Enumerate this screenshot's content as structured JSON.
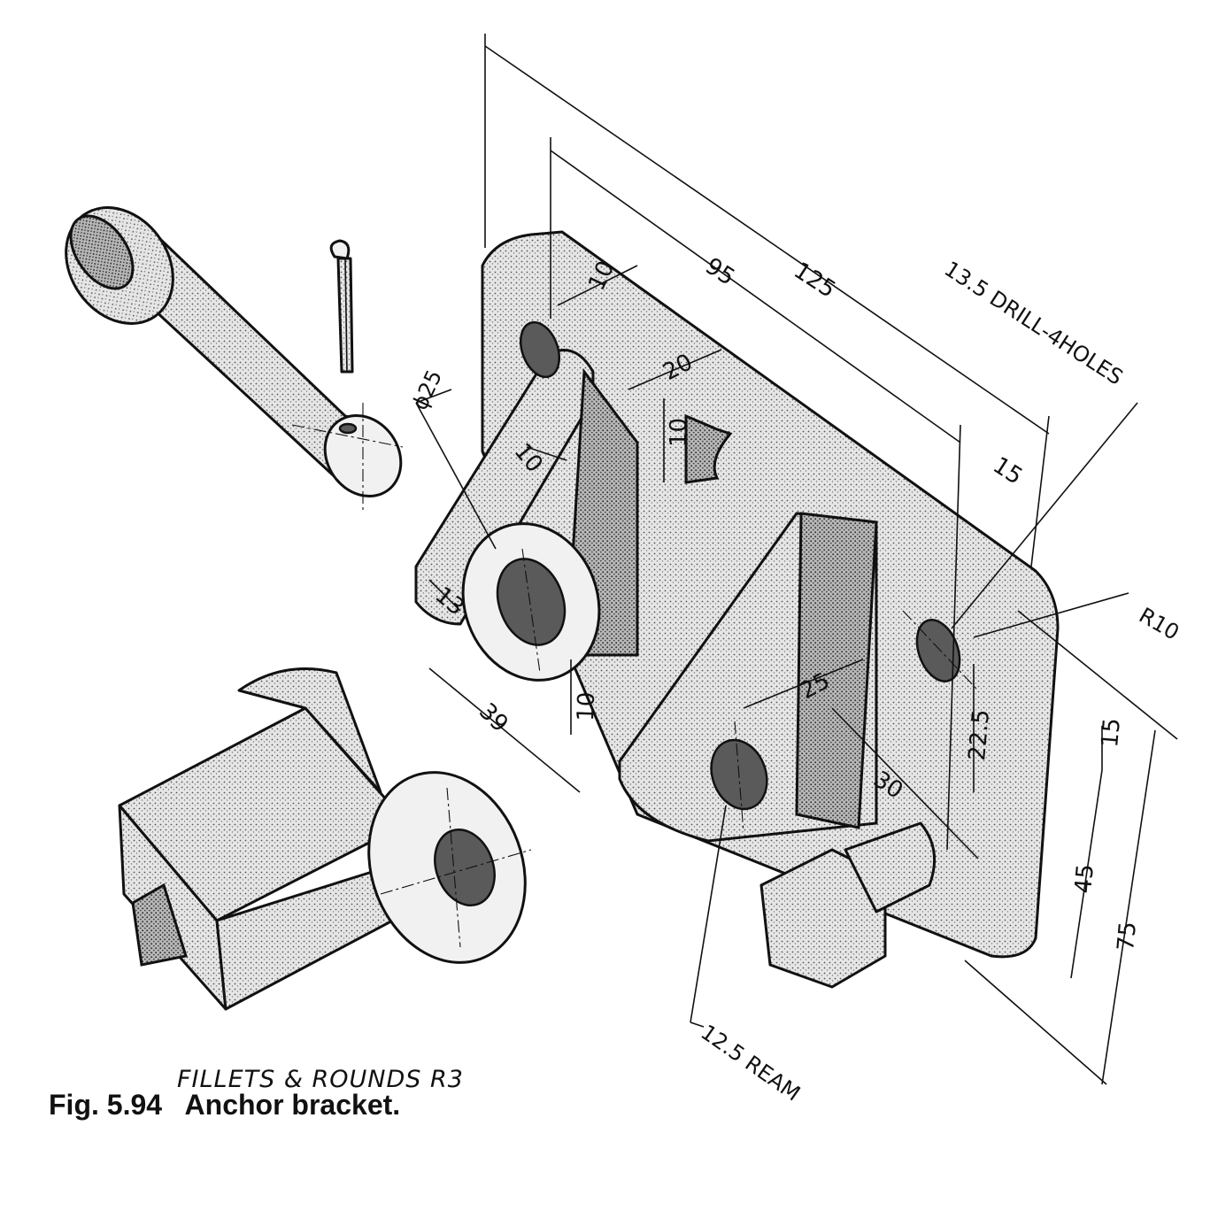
{
  "caption": "Fig. 5.94   Anchor bracket.",
  "notes": {
    "fillets": "FILLETS & ROUNDS R3",
    "drill": "13.5 DRILL-4HOLES",
    "ream": "12.5 REAM",
    "radius": "R10",
    "diameter": "ϕ25"
  },
  "dimensions": {
    "d125": "125",
    "d95": "95",
    "d10a": "10",
    "d20": "20",
    "d10b": "10",
    "d10c": "10",
    "d15a": "15",
    "d13": "13",
    "d39": "39",
    "d10d": "10",
    "d25": "25",
    "d22_5": "22.5",
    "d30": "30",
    "d15b": "15",
    "d45": "45",
    "d75": "75"
  }
}
